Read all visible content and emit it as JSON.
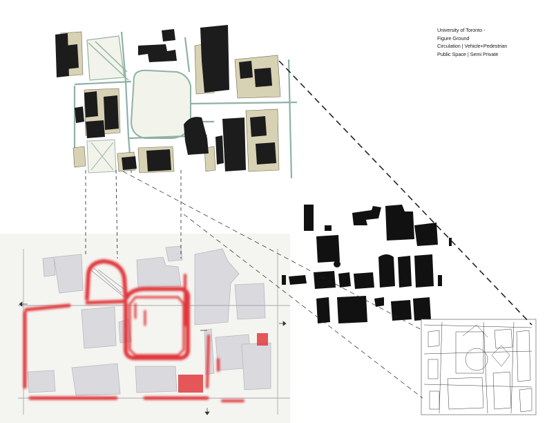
{
  "legend": {
    "line1": "University of Toronto -",
    "line2": "Figure Ground",
    "line3": "Circulation | Vehicle+Pedestrian",
    "line4": "Public Space | Semi Private"
  },
  "colors": {
    "building_dark": "#1c1c1c",
    "building_light": "#d8d2b4",
    "road_outline": "#8fb1a4",
    "open_space": "#f2f3ea",
    "circulation_red": "#e0393c",
    "map_background": "#f4f4f0",
    "building_grey": "#d9d9de"
  }
}
